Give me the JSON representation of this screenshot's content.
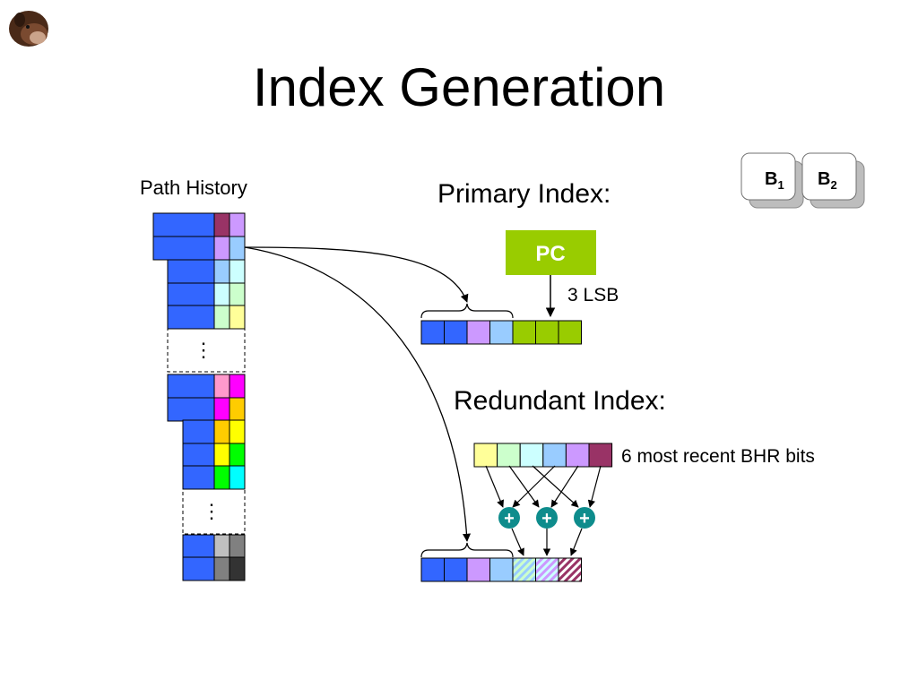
{
  "slide": {
    "title": "Index Generation",
    "logo_icon": "gorilla-head-logo"
  },
  "path_history": {
    "label": "Path History",
    "ellipsis": "⋮"
  },
  "primary": {
    "label": "Primary Index:",
    "pc_label": "PC",
    "lsb_label": "3 LSB"
  },
  "redundant": {
    "label": "Redundant Index:",
    "bhr_label": "6 most recent BHR bits",
    "xor_symbol": "+"
  },
  "keys": {
    "b1_main": "B",
    "b1_sub": "1",
    "b2_main": "B",
    "b2_sub": "2"
  },
  "colors": {
    "blue": "#3366ff",
    "pc_green": "#99cc00",
    "xor_teal": "#0e8c8c",
    "history_pairs": [
      [
        "#993366",
        "#cc99ff"
      ],
      [
        "#cc99ff",
        "#99ccff"
      ],
      [
        "#99ccff",
        "#ccffff"
      ],
      [
        "#ccffff",
        "#ccffcc"
      ],
      [
        "#ccffcc",
        "#ffff99"
      ],
      [
        "#ff99cc",
        "#ff00ff"
      ],
      [
        "#ff00ff",
        "#ffcc00"
      ],
      [
        "#ffcc00",
        "#ffff00"
      ],
      [
        "#ffff00",
        "#00ff00"
      ],
      [
        "#00ff00",
        "#00ffff"
      ],
      [
        "#c0c0c0",
        "#808080"
      ],
      [
        "#808080",
        "#333333"
      ]
    ],
    "primary_index": [
      "#3366ff",
      "#3366ff",
      "#cc99ff",
      "#99ccff",
      "#99cc00",
      "#99cc00",
      "#99cc00"
    ],
    "bhr_bits": [
      "#ffff99",
      "#ccffcc",
      "#ccffff",
      "#99ccff",
      "#cc99ff",
      "#993366"
    ],
    "redundant_index": [
      "#3366ff",
      "#3366ff",
      "#cc99ff",
      "#99ccff"
    ],
    "redundant_hatched": [
      [
        "#ccffcc",
        "#99ccff"
      ],
      [
        "#cc99ff",
        "#ccffff"
      ],
      [
        "#993366",
        "#ffffff"
      ]
    ]
  }
}
